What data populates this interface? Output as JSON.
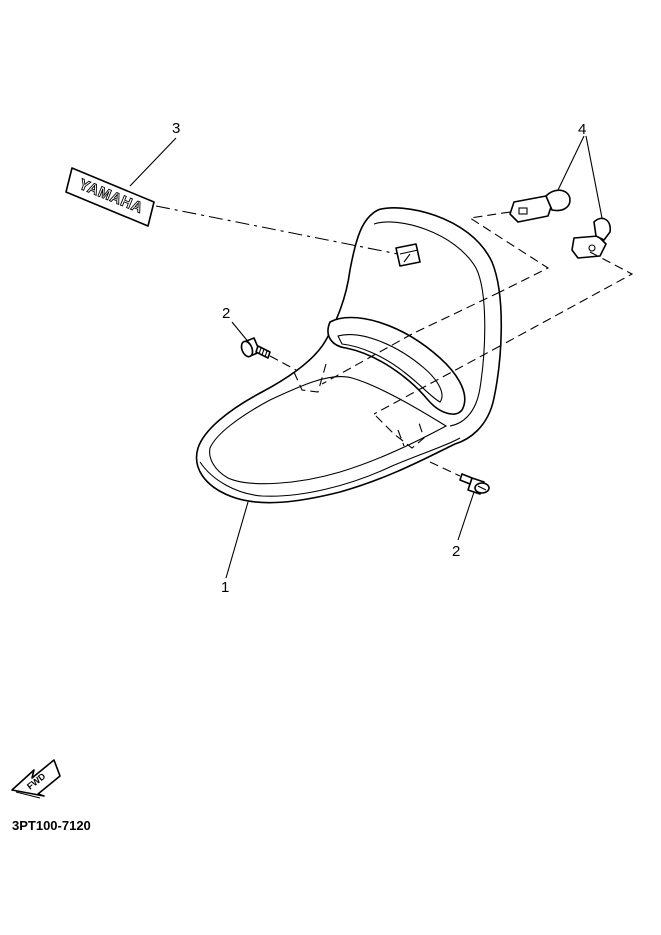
{
  "diagram_code": "3PT100-7120",
  "fwd_label": "FWD",
  "emblem_text": "YAMAHA",
  "callouts": [
    {
      "id": "1",
      "label": "1"
    },
    {
      "id": "2a",
      "label": "2"
    },
    {
      "id": "2b",
      "label": "2"
    },
    {
      "id": "3",
      "label": "3"
    },
    {
      "id": "4",
      "label": "4"
    }
  ]
}
